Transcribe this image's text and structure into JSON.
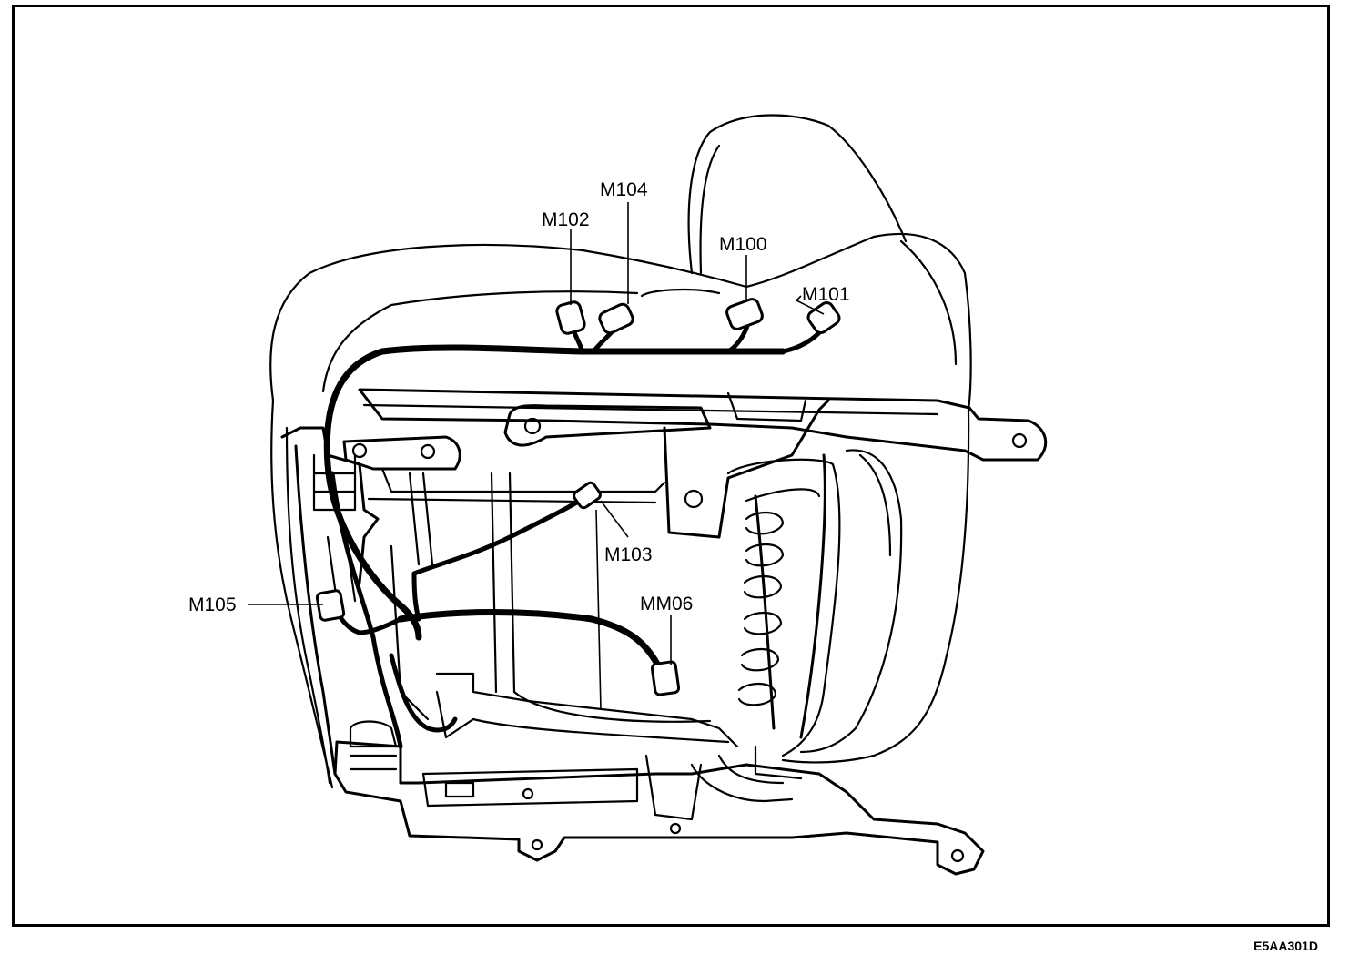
{
  "diagram": {
    "subject": "seat wiring harness connectors",
    "callouts": [
      {
        "id": "m102",
        "text": "M102"
      },
      {
        "id": "m104",
        "text": "M104"
      },
      {
        "id": "m100",
        "text": "M100"
      },
      {
        "id": "m101",
        "text": "M101"
      },
      {
        "id": "m103",
        "text": "M103"
      },
      {
        "id": "m105",
        "text": "M105"
      },
      {
        "id": "mm06",
        "text": "MM06"
      }
    ],
    "figure_code": "E5AA301D"
  }
}
